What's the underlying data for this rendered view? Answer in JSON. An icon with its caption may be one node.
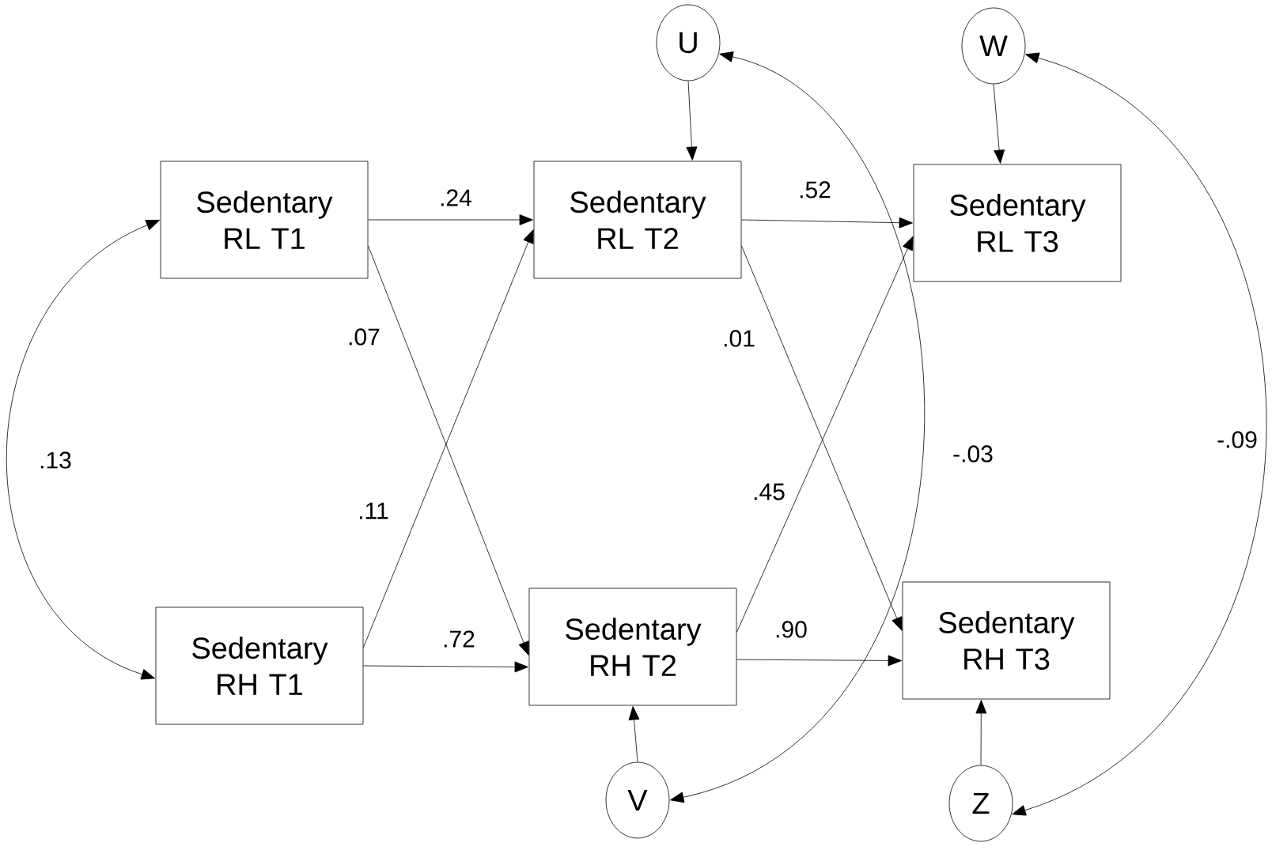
{
  "diagram": {
    "nodes": [
      {
        "text": [
          "Sedentary RL T1"
        ]
      },
      {
        "text": [
          "Sedentary RL T2"
        ]
      },
      {
        "text": [
          "Sedentary RL T3"
        ]
      },
      {
        "text": [
          "Sedentary RH T1"
        ]
      },
      {
        "text": [
          "Sedentary RH T2"
        ]
      },
      {
        "text": [
          "Sedentary RH T3"
        ]
      },
      {
        "text": [
          "U"
        ]
      },
      {
        "text": [
          "W"
        ]
      },
      {
        "text": [
          "V"
        ]
      },
      {
        "text": [
          "Z"
        ]
      }
    ],
    "edges": [
      {
        "from": 0,
        "to": 1,
        "arrow": "to",
        "label": ".24"
      },
      {
        "from": 0,
        "to": 4,
        "arrow": "to",
        "label": ".07"
      },
      {
        "from": 3,
        "to": 1,
        "arrow": "to",
        "label": ".11"
      },
      {
        "from": 3,
        "to": 4,
        "arrow": "to",
        "label": ".72"
      },
      {
        "from": 1,
        "to": 2,
        "arrow": "to",
        "label": ".52"
      },
      {
        "from": 1,
        "to": 5,
        "arrow": "to",
        "label": ".01"
      },
      {
        "from": 4,
        "to": 2,
        "arrow": "to",
        "label": ".45"
      },
      {
        "from": 4,
        "to": 5,
        "arrow": "to",
        "label": ".90"
      },
      {
        "from": 6,
        "to": 1,
        "arrow": "to"
      },
      {
        "from": 7,
        "to": 2,
        "arrow": "to"
      },
      {
        "from": 8,
        "to": 4,
        "arrow": "to"
      },
      {
        "from": 9,
        "to": 5,
        "arrow": "to"
      },
      {
        "from": 0,
        "to": 3,
        "arrow": "both",
        "label": ".13"
      },
      {
        "from": 6,
        "to": 8,
        "arrow": "both",
        "label": "-.03"
      },
      {
        "from": 7,
        "to": 9,
        "arrow": "both",
        "label": "-.09"
      }
    ]
  }
}
